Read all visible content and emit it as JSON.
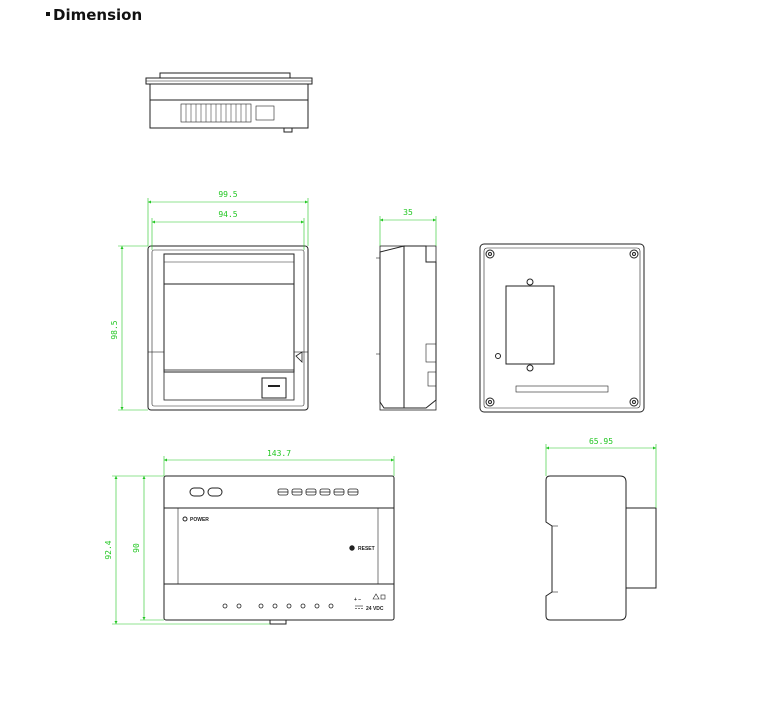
{
  "heading": "Dimension",
  "colors": {
    "dimension": "#22c722",
    "outline": "#222222"
  },
  "dimensions": {
    "front_outer_width": "99.5",
    "front_inner_width": "94.5",
    "front_height": "98.5",
    "side_depth": "35",
    "module_width": "143.7",
    "module_height_outer": "92.4",
    "module_height_inner": "90",
    "module_depth": "65.95"
  },
  "module_labels": {
    "power": "POWER",
    "reset": "RESET",
    "polarity": "+  −",
    "voltage": "24 VDC"
  }
}
